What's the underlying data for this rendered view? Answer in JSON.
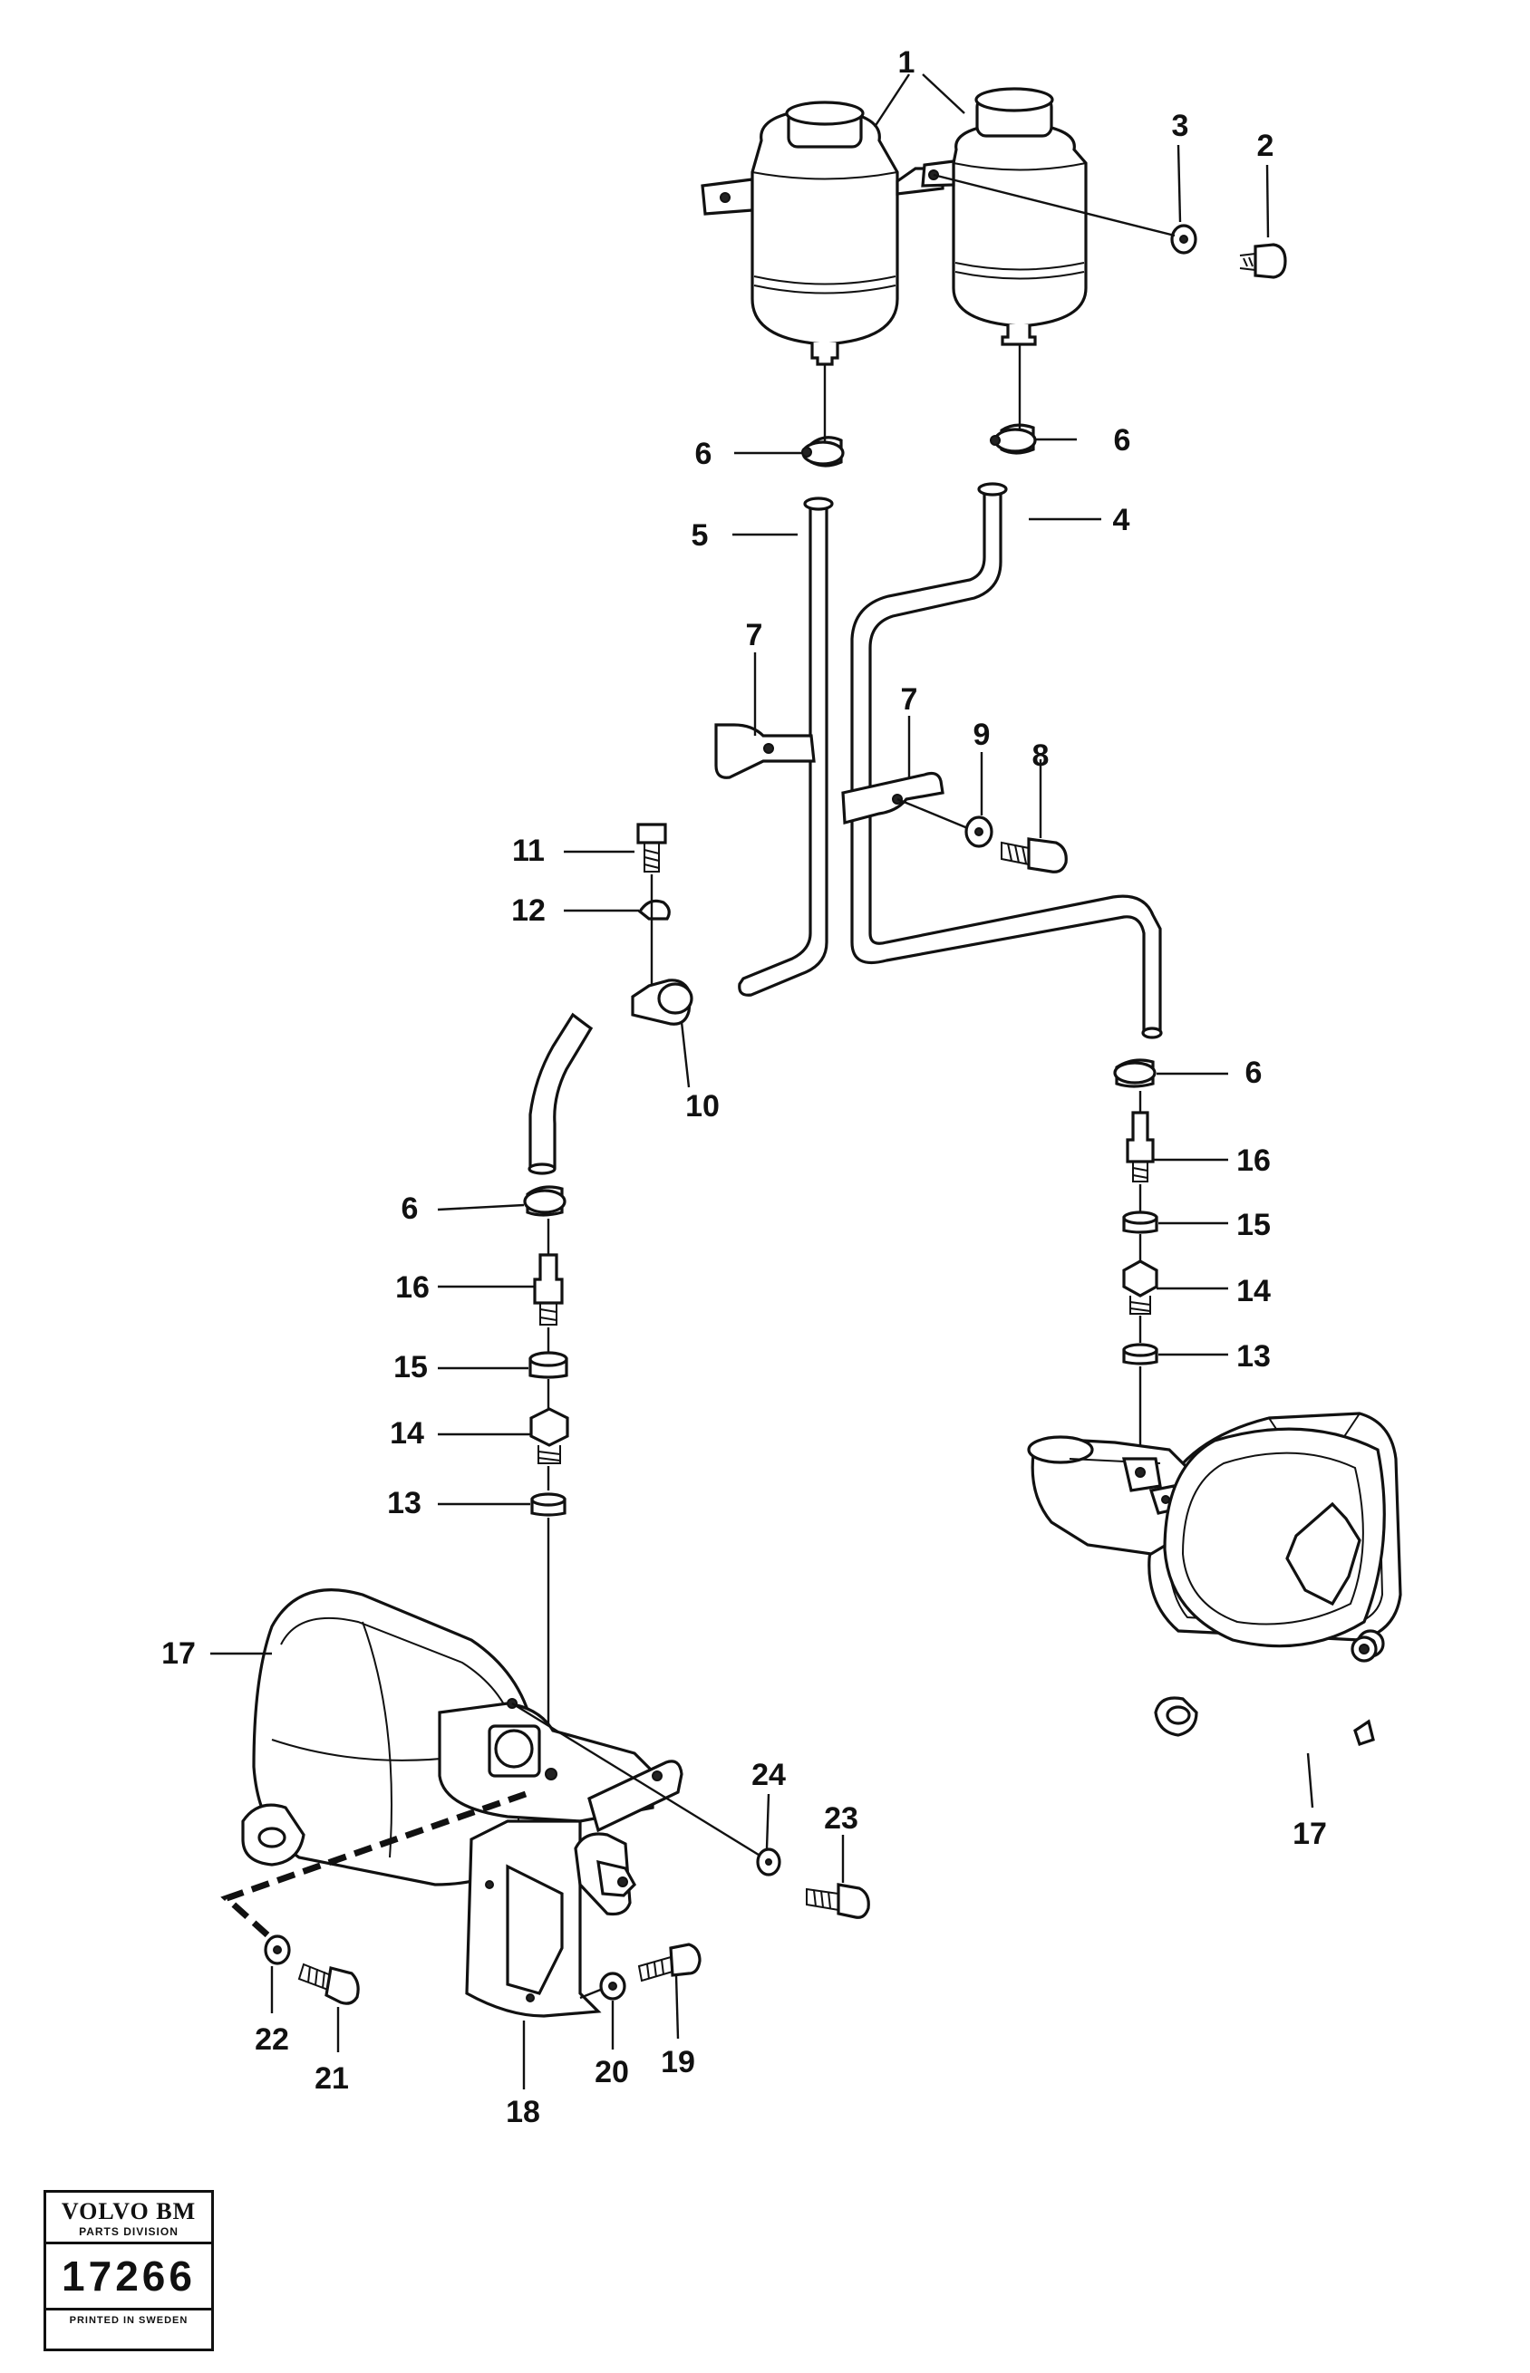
{
  "stamp": {
    "brand": "VOLVO BM",
    "division": "PARTS DIVISION",
    "number": "17266",
    "printed": "PRINTED IN SWEDEN"
  },
  "callouts": [
    {
      "id": "c1",
      "text": "1"
    },
    {
      "id": "c2",
      "text": "2"
    },
    {
      "id": "c3",
      "text": "3"
    },
    {
      "id": "c6a",
      "text": "6"
    },
    {
      "id": "c6b",
      "text": "6"
    },
    {
      "id": "c5",
      "text": "5"
    },
    {
      "id": "c4",
      "text": "4"
    },
    {
      "id": "c7a",
      "text": "7"
    },
    {
      "id": "c7b",
      "text": "7"
    },
    {
      "id": "c9",
      "text": "9"
    },
    {
      "id": "c8",
      "text": "8"
    },
    {
      "id": "c11",
      "text": "11"
    },
    {
      "id": "c12",
      "text": "12"
    },
    {
      "id": "c10",
      "text": "10"
    },
    {
      "id": "c6c",
      "text": "6"
    },
    {
      "id": "c16b",
      "text": "16"
    },
    {
      "id": "c15b",
      "text": "15"
    },
    {
      "id": "c14b",
      "text": "14"
    },
    {
      "id": "c13b",
      "text": "13"
    },
    {
      "id": "c6d",
      "text": "6"
    },
    {
      "id": "c16a",
      "text": "16"
    },
    {
      "id": "c15a",
      "text": "15"
    },
    {
      "id": "c14a",
      "text": "14"
    },
    {
      "id": "c13a",
      "text": "13"
    },
    {
      "id": "c17a",
      "text": "17"
    },
    {
      "id": "c17b",
      "text": "17"
    },
    {
      "id": "c24",
      "text": "24"
    },
    {
      "id": "c23",
      "text": "23"
    },
    {
      "id": "c22",
      "text": "22"
    },
    {
      "id": "c21",
      "text": "21"
    },
    {
      "id": "c20",
      "text": "20"
    },
    {
      "id": "c19",
      "text": "19"
    },
    {
      "id": "c18",
      "text": "18"
    }
  ]
}
